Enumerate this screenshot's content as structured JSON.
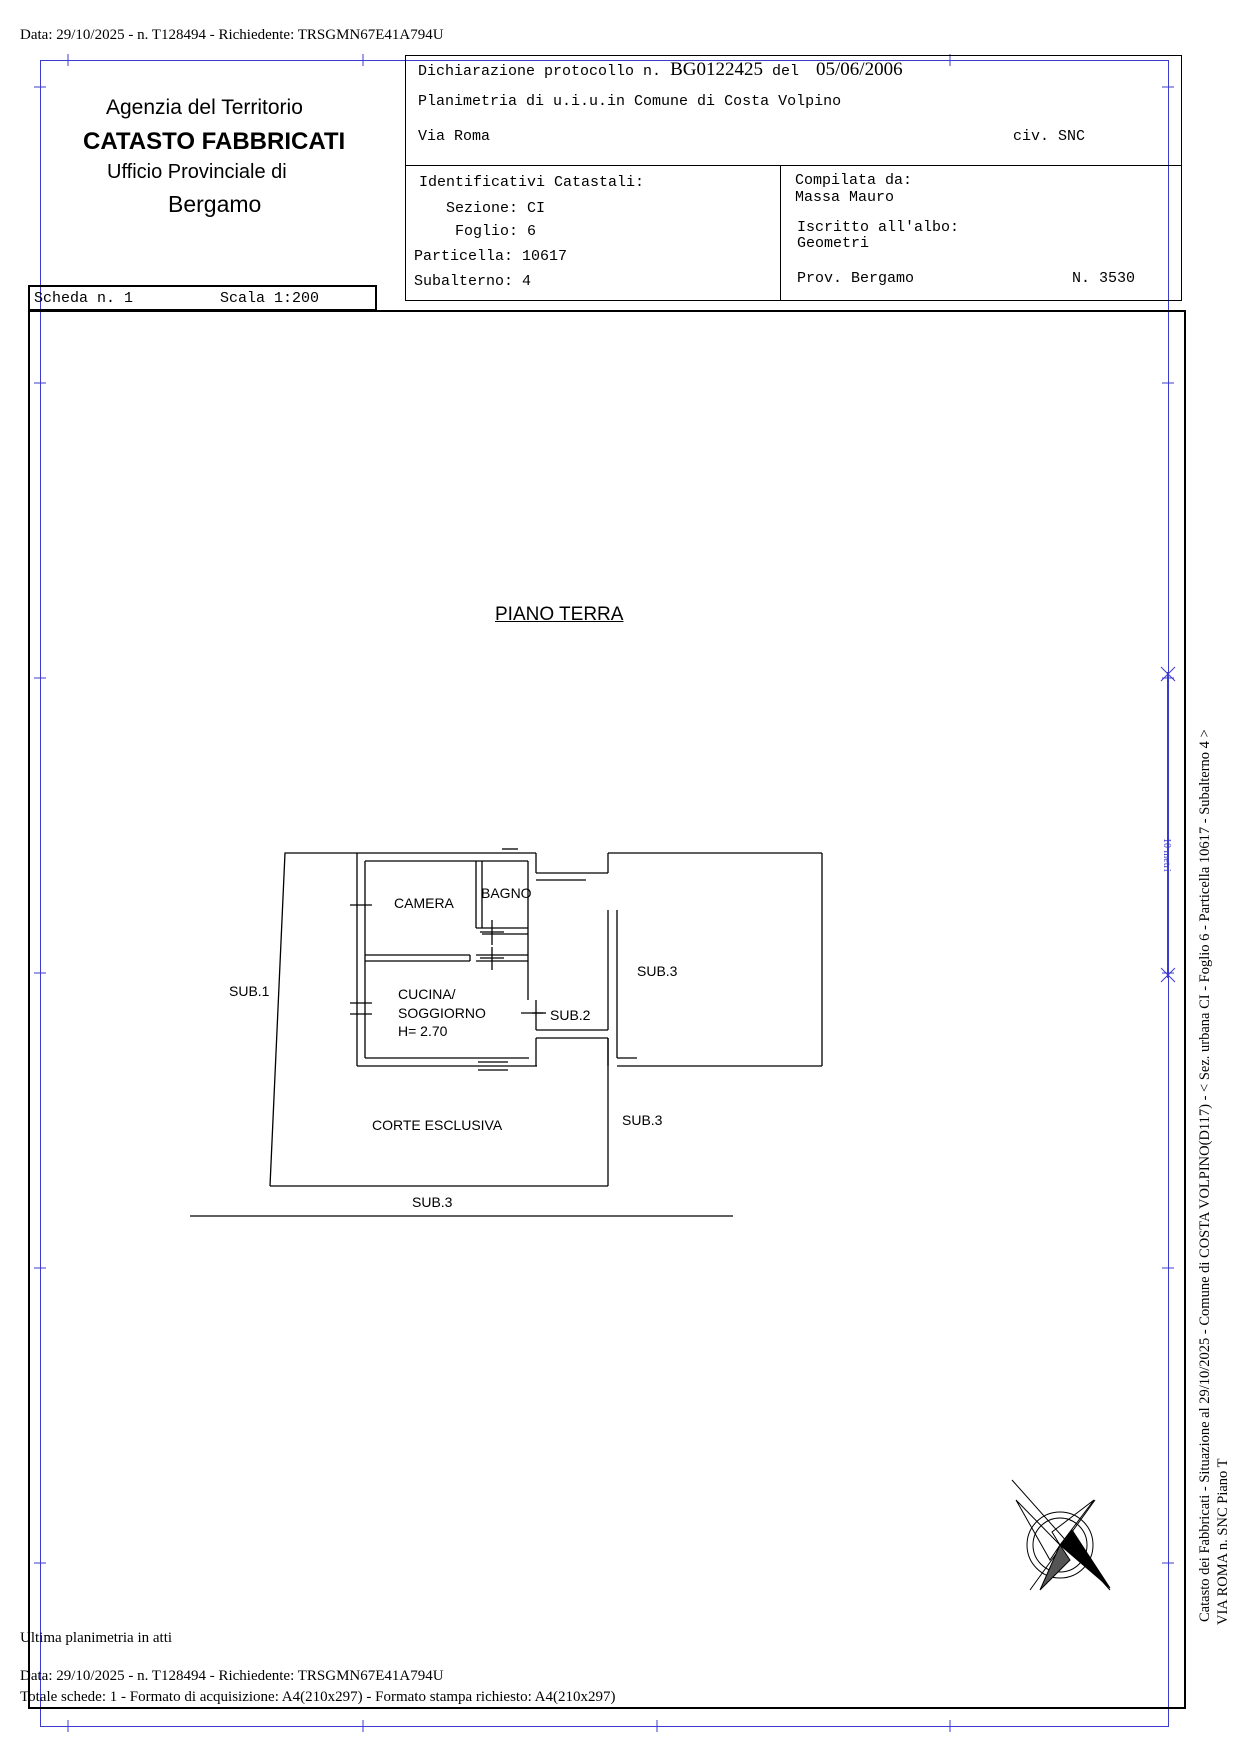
{
  "header_stamp": "Data: 29/10/2025 - n. T128494 - Richiedente: TRSGMN67E41A794U",
  "agency": {
    "line1": "Agenzia del Territorio",
    "line2": "CATASTO FABBRICATI",
    "line3": "Ufficio Provinciale di",
    "line4": "Bergamo"
  },
  "declaration": {
    "label": "Dichiarazione protocollo n.",
    "protocol_number": "BG0122425",
    "del_label": "del",
    "date": "05/06/2006",
    "planimetry_label": "Planimetria di u.i.u.in Comune di",
    "comune": "Costa Volpino",
    "street": "Via Roma",
    "civic": "civ. SNC"
  },
  "identifiers": {
    "title": "Identificativi Catastali:",
    "sezione": "Sezione: CI",
    "foglio": "Foglio: 6",
    "particella": "Particella: 10617",
    "subalterno": "Subalterno: 4"
  },
  "compiler": {
    "compiled_by_label": "Compilata da:",
    "name": "Massa Mauro",
    "registered_label": "Iscritto all'albo:",
    "profession": "Geometri",
    "province": "Prov. Bergamo",
    "number": "N.  3530"
  },
  "sheet": {
    "scheda": "Scheda n. 1",
    "scala": "Scala 1:200"
  },
  "plan": {
    "floor_title": "PIANO TERRA",
    "rooms": {
      "camera": "CAMERA",
      "bagno": "BAGNO",
      "cucina_line1": "CUCINA/",
      "cucina_line2": "SOGGIORNO",
      "cucina_height": "H= 2.70",
      "corte": "CORTE ESCLUSIVA"
    },
    "labels": {
      "sub1": "SUB.1",
      "sub2": "SUB.2",
      "sub3_right": "SUB.3",
      "sub3_lower_right": "SUB.3",
      "sub3_bottom": "SUB.3"
    }
  },
  "side_text": {
    "line1": "Catasto dei Fabbricati - Situazione al 29/10/2025 - Comune di COSTA VOLPINO(D117) - < Sez. urbana CI - Foglio 6 - Particella  10617 - Subalterno 4 >",
    "line2": "VIA ROMA n. SNC Piano T",
    "scale_mark": "10 metri"
  },
  "footer": {
    "note": "Ultima planimetria in atti",
    "stamp": "Data: 29/10/2025 - n. T128494 - Richiedente: TRSGMN67E41A794U",
    "totals": "Totale schede: 1 - Formato di acquisizione: A4(210x297)  - Formato stampa richiesto: A4(210x297)"
  },
  "colors": {
    "frame_blue": "#3b3bd0",
    "ink": "#000000"
  }
}
